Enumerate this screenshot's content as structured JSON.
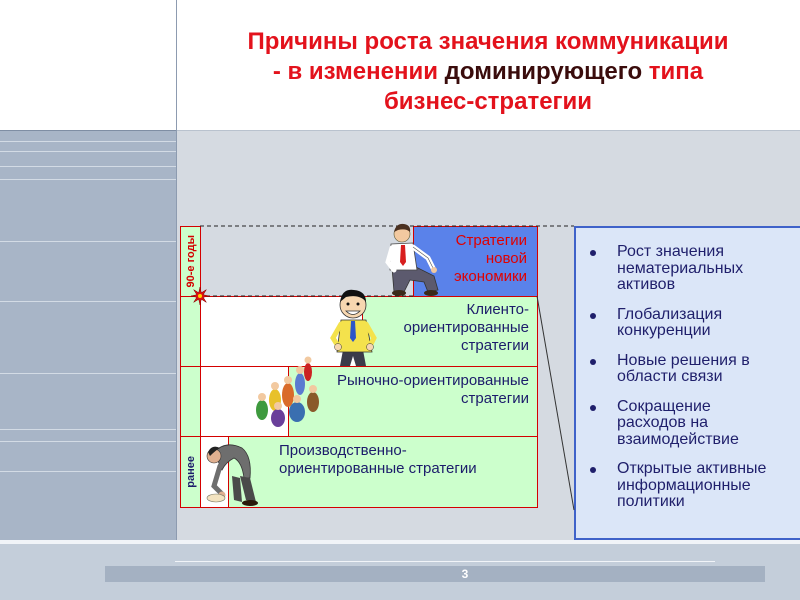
{
  "slide": {
    "title": {
      "line1": "Причины роста значения коммуникации",
      "line2_prefix": "- в изменении",
      "line2_highlight": "доминирующего",
      "line2_suffix": "типа",
      "line3": "бизнес-стратегии"
    },
    "colors": {
      "title": "#e3121c",
      "border_red": "#d40000",
      "step_green": "#ccffcc",
      "top_step_blue": "#5a82ea",
      "panel_blue": "#dbe6f8",
      "panel_border": "#3f62c9",
      "text_navy": "#1f1f6b"
    },
    "diagram": {
      "period_top": "90-е годы",
      "period_bottom": "ранее",
      "steps": [
        {
          "lines": [
            "Стратегии",
            "новой",
            "экономики"
          ]
        },
        {
          "lines": [
            "Клиенто-",
            "ориентированные",
            "стратегии"
          ]
        },
        {
          "lines": [
            "Рыночно-ориентированные",
            "стратегии"
          ]
        },
        {
          "lines": [
            "Производственно-",
            "ориентированные стратегии"
          ]
        }
      ],
      "icons": {
        "marker": "star-burst-icon"
      }
    },
    "drivers": {
      "items": [
        {
          "lines": [
            "Рост значения",
            "нематериальных",
            "активов"
          ]
        },
        {
          "lines": [
            "Глобализация",
            "конкуренции"
          ]
        },
        {
          "lines": [
            "Новые решения в",
            "области связи"
          ]
        },
        {
          "lines": [
            "Сокращение",
            "расходов на",
            "взаимодействие"
          ]
        },
        {
          "lines": [
            "Открытые активные",
            "информационные",
            "политики"
          ]
        }
      ]
    },
    "page_number": "3"
  }
}
